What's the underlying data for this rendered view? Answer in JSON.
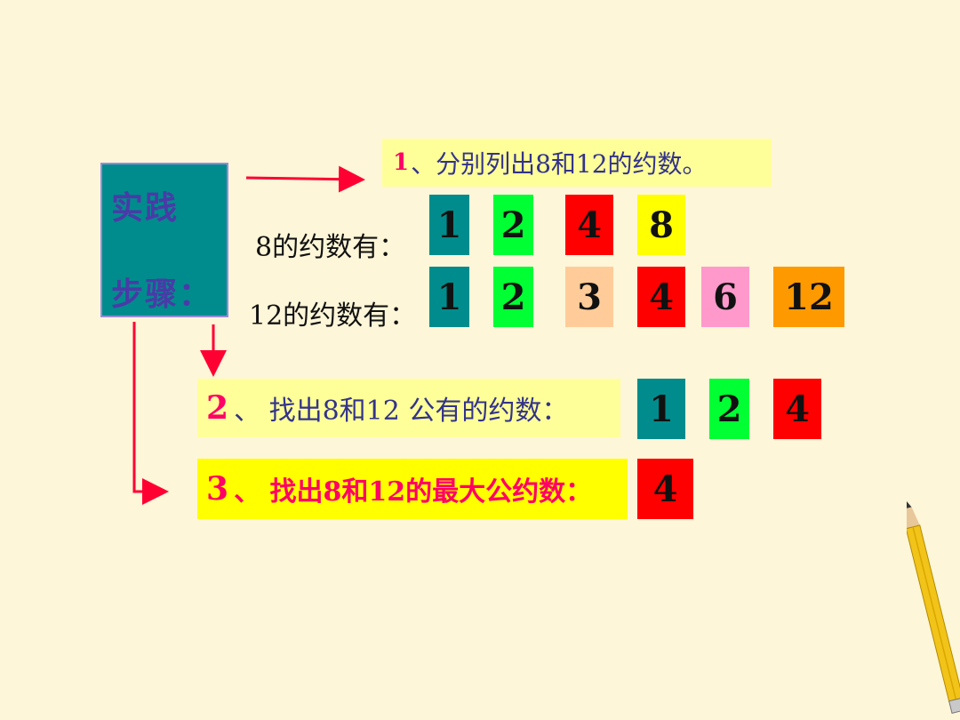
{
  "steps_box": {
    "line1": "实践",
    "line2": "步骤："
  },
  "step1": {
    "num": "1",
    "text": "、分别列出8和12的约数。"
  },
  "row8": {
    "label": "8的约数有：",
    "divisors": [
      "1",
      "2",
      "4",
      "8"
    ]
  },
  "row12": {
    "label": "12的约数有：",
    "divisors": [
      "1",
      "2",
      "3",
      "4",
      "6",
      "12"
    ]
  },
  "step2": {
    "num": "2",
    "text": "、 找出8和12 公有的约数：",
    "common": [
      "1",
      "2",
      "4"
    ]
  },
  "step3": {
    "num": "3",
    "text": "、 找出8和12的最大公约数：",
    "gcd": "4"
  },
  "colors": {
    "teal": "#008c8c",
    "green": "#00ff33",
    "red": "#ff0000",
    "yellow": "#ffff00",
    "peach": "#ffcc99",
    "pink": "#ff99cc",
    "orange": "#ff9900",
    "arrow": "#ff0033"
  }
}
